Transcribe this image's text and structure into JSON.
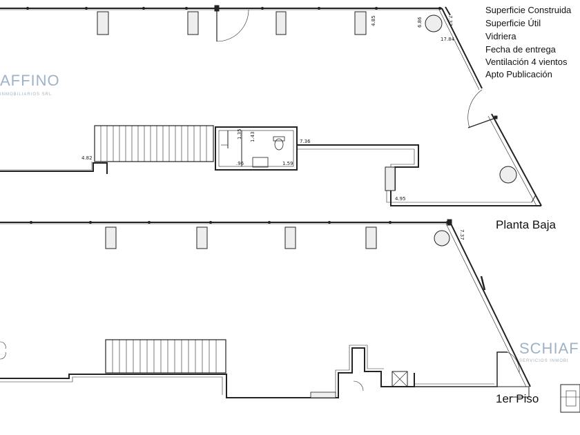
{
  "legend": {
    "lines": [
      "Superficie Construida",
      "Superficie Útil",
      "Vidriera",
      "Fecha de entrega",
      "Ventilación 4 vientos",
      "Apto Publicación"
    ]
  },
  "floors": {
    "planta_baja_label": "Planta Baja",
    "primer_piso_label": "1er Piso"
  },
  "dimensions": {
    "top_right_737": "7.37",
    "top_686": "6.86",
    "top_485": "4.85",
    "top_1784": "17.84",
    "bath_135": "1.35",
    "bath_143": "1.43",
    "bath_096": ".96",
    "bath_159": "1.59",
    "wall_736": "7.36",
    "left_482": "4.82",
    "bottom_495": "4.95",
    "lower_737": "7.37"
  },
  "watermarks": {
    "left_main": "AFFINO",
    "left_sub": "INMOBILIARIOS SRL",
    "right_main": "SCHIAF",
    "right_sub": "SERVICIOS INMOBI"
  }
}
